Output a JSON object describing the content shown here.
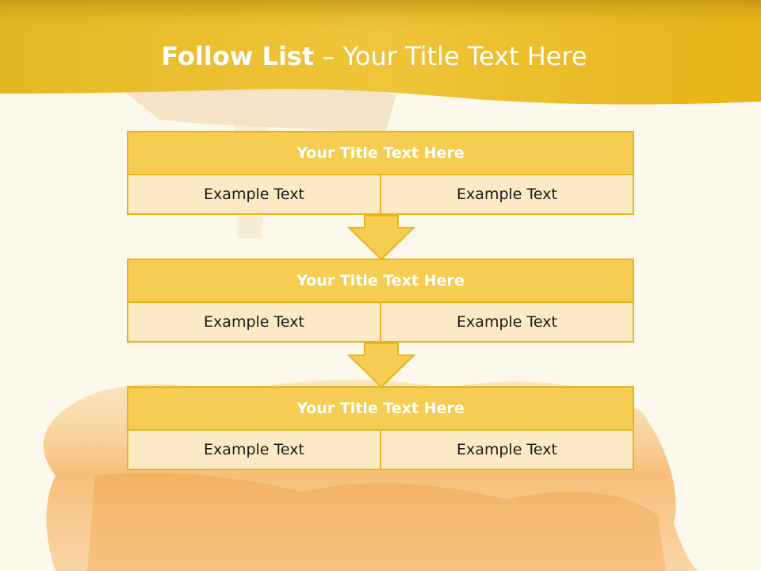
{
  "title": {
    "bold_text": "Follow List",
    "rest_text": " – Your Title Text Here"
  },
  "colors": {
    "header_band": "#e8b21a",
    "title_fill": "#f5cd52",
    "cell_fill": "#fbeac4",
    "border": "#eab31a"
  },
  "steps": [
    {
      "title": "Your Title Text Here",
      "left": "Example Text",
      "right": "Example Text"
    },
    {
      "title": "Your Title Text Here",
      "left": "Example Text",
      "right": "Example Text"
    },
    {
      "title": "Your Title Text Here",
      "left": "Example Text",
      "right": "Example Text"
    }
  ]
}
